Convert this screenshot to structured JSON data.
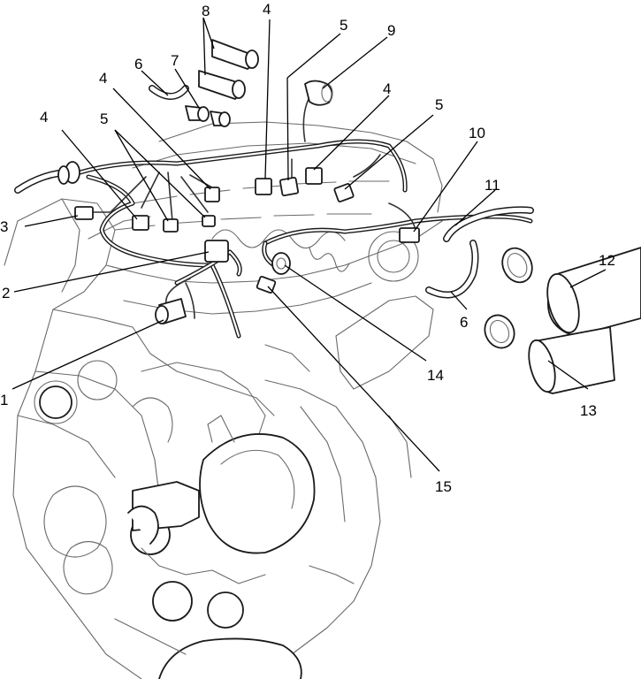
{
  "callouts": [
    {
      "id": "c1",
      "text": "1"
    },
    {
      "id": "c2",
      "text": "2"
    },
    {
      "id": "c3",
      "text": "3"
    },
    {
      "id": "c4a",
      "text": "4"
    },
    {
      "id": "c4b",
      "text": "4"
    },
    {
      "id": "c4c",
      "text": "4"
    },
    {
      "id": "c4d",
      "text": "4"
    },
    {
      "id": "c5a",
      "text": "5"
    },
    {
      "id": "c5b",
      "text": "5"
    },
    {
      "id": "c5c",
      "text": "5"
    },
    {
      "id": "c6a",
      "text": "6"
    },
    {
      "id": "c6b",
      "text": "6"
    },
    {
      "id": "c7",
      "text": "7"
    },
    {
      "id": "c8",
      "text": "8"
    },
    {
      "id": "c9",
      "text": "9"
    },
    {
      "id": "c10",
      "text": "10"
    },
    {
      "id": "c11",
      "text": "11"
    },
    {
      "id": "c12",
      "text": "12"
    },
    {
      "id": "c13",
      "text": "13"
    },
    {
      "id": "c14",
      "text": "14"
    },
    {
      "id": "c15",
      "text": "15"
    }
  ]
}
